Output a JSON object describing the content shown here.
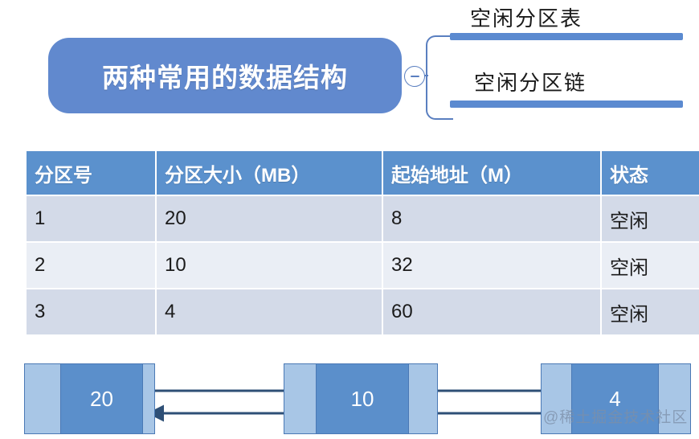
{
  "mindmap": {
    "root": {
      "label": "两种常用的数据结构"
    },
    "toggle": {
      "state": "collapse-minus"
    },
    "branches": [
      {
        "label": "空闲分区表"
      },
      {
        "label": "空闲分区链"
      }
    ],
    "colors": {
      "root_fill": "#6189ce",
      "branch_bar": "#5b8ad0",
      "connector": "#5a7fc0",
      "root_text": "#ffffff",
      "branch_text": "#1b1b1b"
    }
  },
  "table": {
    "headers": [
      "分区号",
      "分区大小（MB）",
      "起始地址（M）",
      "状态",
      ""
    ],
    "rows": [
      [
        "1",
        "20",
        "8",
        "空闲",
        ""
      ],
      [
        "2",
        "10",
        "32",
        "空闲",
        ""
      ],
      [
        "3",
        "4",
        "60",
        "空闲",
        ""
      ]
    ],
    "colors": {
      "header_fill": "#5b91cd",
      "header_text": "#ffffff",
      "row_odd_fill": "#d3dae8",
      "row_even_fill": "#eaeef5",
      "cell_text": "#1b1b1b"
    }
  },
  "linked_list": {
    "nodes": [
      {
        "value": "20"
      },
      {
        "value": "10"
      },
      {
        "value": "4"
      }
    ],
    "links": [
      {
        "direction": "forward",
        "from": "node-1",
        "to": "node-2"
      },
      {
        "direction": "backward",
        "from": "node-2",
        "to": "node-1"
      },
      {
        "direction": "forward",
        "from": "node-2",
        "to": "node-3"
      },
      {
        "direction": "backward",
        "from": "node-3",
        "to": "node-2"
      }
    ],
    "colors": {
      "pointer_cell": "#a8c6e6",
      "value_cell": "#5b8fcb",
      "border": "#4a79b5",
      "arrow": "#2e4f76",
      "value_text": "#ffffff"
    }
  },
  "watermark": {
    "text": "@稀土掘金技术社区"
  }
}
